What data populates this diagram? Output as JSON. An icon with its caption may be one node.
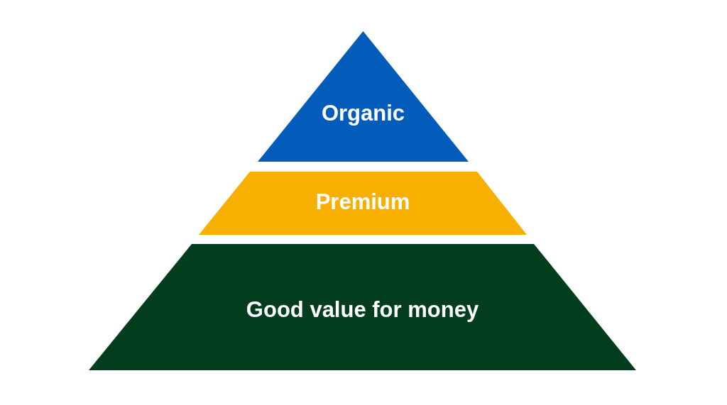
{
  "diagram": {
    "nodes": [
      {
        "text": [
          "Organic"
        ]
      },
      {
        "text": [
          "Premium"
        ]
      },
      {
        "text": [
          "Good value for money"
        ]
      }
    ]
  }
}
